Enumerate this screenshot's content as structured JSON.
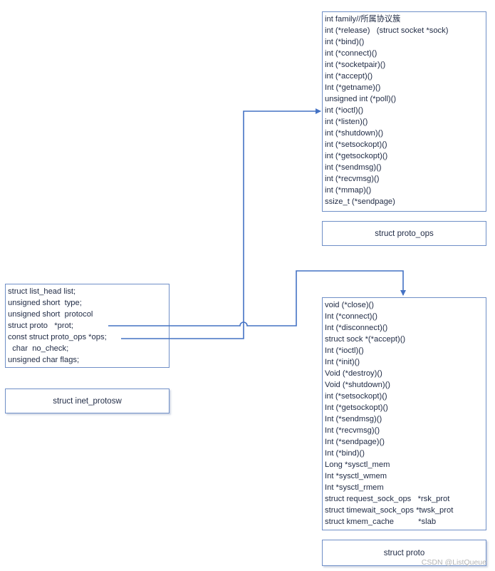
{
  "proto_ops": {
    "fields": [
      "int family//所属协议簇",
      "int (*release)   (struct socket *sock)",
      "int (*bind)()",
      "int (*connect)()",
      "int (*socketpair)()",
      "int (*accept)()",
      "Int (*getname)()",
      "unsigned int (*poll)()",
      "int (*ioctl)()",
      "int (*listen)()",
      "int (*shutdown)()",
      "int (*setsockopt)()",
      "int (*getsockopt)()",
      "int (*sendmsg)()",
      "int (*recvmsg)()",
      "int (*mmap)()",
      "ssize_t (*sendpage)"
    ],
    "title": "struct proto_ops"
  },
  "inet_protosw": {
    "fields": [
      "struct list_head list;",
      "unsigned short  type;",
      "unsigned short  protocol",
      "struct proto   *prot;",
      "const struct proto_ops *ops;",
      "  char  no_check;",
      "unsigned char flags;"
    ],
    "title": "struct inet_protosw"
  },
  "proto": {
    "fields": [
      "void (*close)()",
      "Int (*connect)()",
      "Int (*disconnect)()",
      "struct sock *(*accept)()",
      "Int (*ioctl)()",
      "Int (*init)()",
      "Void (*destroy)()",
      "Void (*shutdown)()",
      "int (*setsockopt)()",
      "Int (*getsockopt)()",
      "Int (*sendmsg)()",
      "Int (*recvmsg)()",
      "Int (*sendpage)()",
      "Int (*bind)()",
      "Long *sysctl_mem",
      "Int *sysctl_wmem",
      "Int *sysctl_rmem",
      "struct request_sock_ops   *rsk_prot",
      "struct timewait_sock_ops *twsk_prot",
      "struct kmem_cache           *slab"
    ],
    "title": "struct proto"
  },
  "watermark": "CSDN @ListQueue",
  "colors": {
    "line": "#4472c4",
    "border": "#6f8fc7",
    "text": "#1f2a44"
  }
}
